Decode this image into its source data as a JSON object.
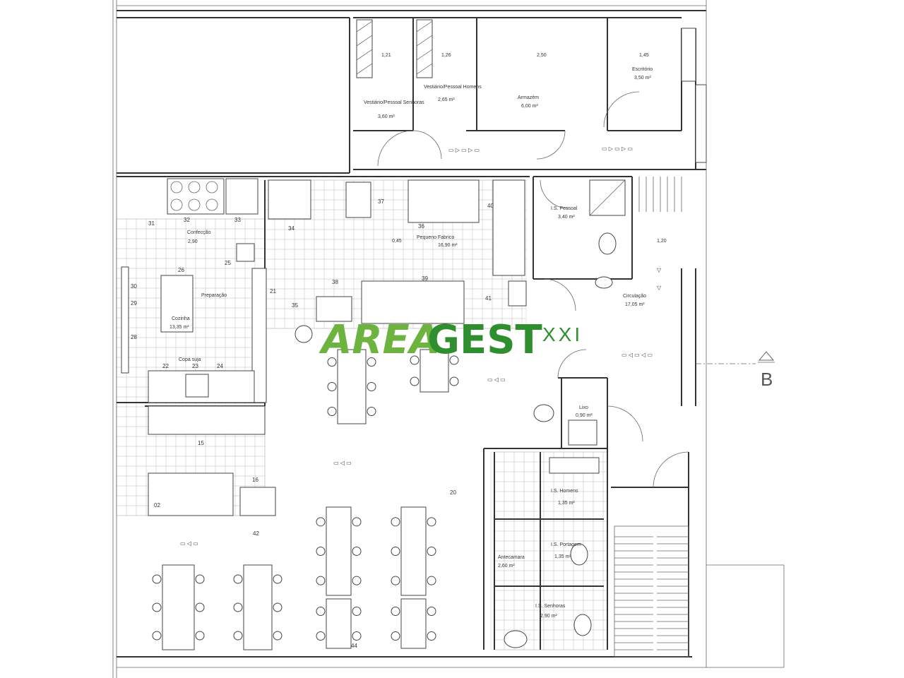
{
  "rooms": {
    "vestiario_senhoras": "Vestiário/Pessoal Senhoras",
    "vestiario_senhoras_area": "3,60 m²",
    "vestiario_homens": "Vestiário/Pessoal Homens",
    "vestiario_homens_area": "2,65 m²",
    "armazem": "Armazém",
    "armazem_area": "6,00 m²",
    "escritorio": "Escritório",
    "escritorio_area": "3,50 m²",
    "confeccao": "Confecção",
    "preparacao": "Preparação",
    "cozinha": "Cozinha",
    "cozinha_area": "13,35 m²",
    "copa_suja": "Copa suja",
    "pequeno_fabrico": "Pequeno Fabrico",
    "pequeno_fabrico_area": "16,90 m²",
    "is_pessoal": "I.S. Pessoal",
    "is_pessoal_area": "3,40 m²",
    "circulacao": "Circulação",
    "circulacao_area": "17,05 m²",
    "lixo": "Lixo",
    "lixo_area": "0,90 m²",
    "is_homens": "I.S. Homens",
    "is_homens_area": "1,35 m²",
    "is_portagem": "I.S. Portagem",
    "is_portagem_area": "1,35 m²",
    "antecamara": "Antecamara",
    "antecamara_area": "2,60 m²",
    "is_senhoras": "I.S. Senhoras",
    "is_senhoras_area": "2,90 m²"
  },
  "dimensions": [
    "1,21",
    "1,26",
    "2,50",
    "1,45",
    "2,90",
    "1,20",
    "0,45"
  ],
  "equipment_numbers": [
    "31",
    "32",
    "33",
    "34",
    "35",
    "36",
    "37",
    "38",
    "39",
    "40",
    "41",
    "42",
    "26",
    "25",
    "21",
    "22",
    "23",
    "24",
    "30",
    "29",
    "28",
    "15",
    "16",
    "02",
    "20",
    "44"
  ],
  "section_marker": "B",
  "logo": {
    "area": "AREA",
    "gest": "GEST",
    "xxi": "XXI"
  }
}
